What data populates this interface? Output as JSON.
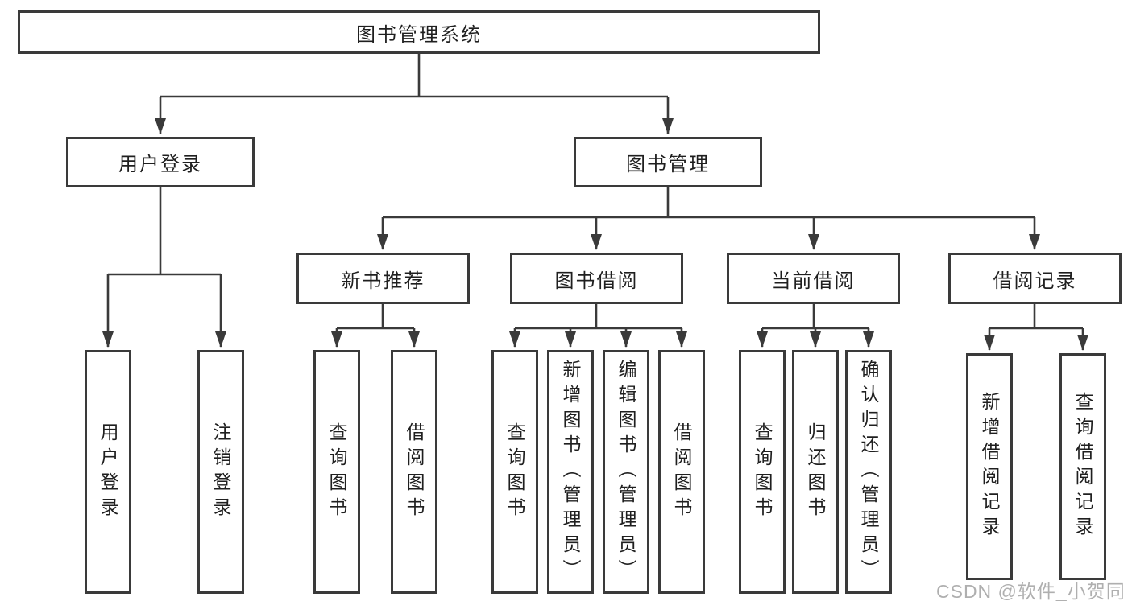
{
  "colors": {
    "line": "#3a3a3a",
    "text": "#1f1f1f",
    "watermark": "#ababab",
    "bg": "#ffffff"
  },
  "tree": {
    "root": {
      "label": "图书管理系统"
    },
    "branches": [
      {
        "label": "用户登录",
        "children": [
          {
            "label": "用户登录"
          },
          {
            "label": "注销登录"
          }
        ]
      },
      {
        "label": "图书管理",
        "children": [
          {
            "label": "新书推荐",
            "children": [
              {
                "label": "查询图书"
              },
              {
                "label": "借阅图书"
              }
            ]
          },
          {
            "label": "图书借阅",
            "children": [
              {
                "label": "查询图书"
              },
              {
                "label": "新增图书（管理员）"
              },
              {
                "label": "编辑图书（管理员）"
              },
              {
                "label": "借阅图书"
              }
            ]
          },
          {
            "label": "当前借阅",
            "children": [
              {
                "label": "查询图书"
              },
              {
                "label": "归还图书"
              },
              {
                "label": "确认归还（管理员）"
              }
            ]
          },
          {
            "label": "借阅记录",
            "children": [
              {
                "label": "新增借阅记录"
              },
              {
                "label": "查询借阅记录"
              }
            ]
          }
        ]
      }
    ]
  },
  "watermark": {
    "text": "CSDN @软件_小贺同学"
  }
}
